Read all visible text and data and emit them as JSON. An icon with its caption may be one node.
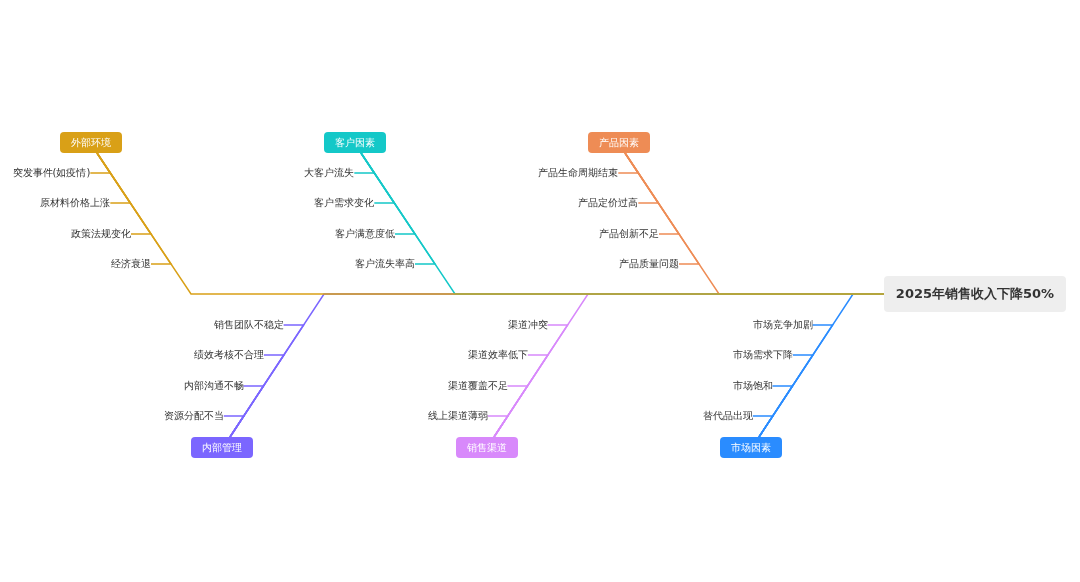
{
  "diagram": {
    "nodes": [
      {
        "text": [
          "2025年销售收入下降50%"
        ]
      },
      {
        "text": [
          "外部环境"
        ]
      },
      {
        "text": [
          "突发事件(如疫情)"
        ]
      },
      {
        "text": [
          "原材料价格上涨"
        ]
      },
      {
        "text": [
          "政策法规变化"
        ]
      },
      {
        "text": [
          "经济衰退"
        ]
      },
      {
        "text": [
          "客户因素"
        ]
      },
      {
        "text": [
          "大客户流失"
        ]
      },
      {
        "text": [
          "客户需求变化"
        ]
      },
      {
        "text": [
          "客户满意度低"
        ]
      },
      {
        "text": [
          "客户流失率高"
        ]
      },
      {
        "text": [
          "产品因素"
        ]
      },
      {
        "text": [
          "产品生命周期结束"
        ]
      },
      {
        "text": [
          "产品定价过高"
        ]
      },
      {
        "text": [
          "产品创新不足"
        ]
      },
      {
        "text": [
          "产品质量问题"
        ]
      },
      {
        "text": [
          "内部管理"
        ]
      },
      {
        "text": [
          "销售团队不稳定"
        ]
      },
      {
        "text": [
          "绩效考核不合理"
        ]
      },
      {
        "text": [
          "内部沟通不畅"
        ]
      },
      {
        "text": [
          "资源分配不当"
        ]
      },
      {
        "text": [
          "销售渠道"
        ]
      },
      {
        "text": [
          "渠道冲突"
        ]
      },
      {
        "text": [
          "渠道效率低下"
        ]
      },
      {
        "text": [
          "渠道覆盖不足"
        ]
      },
      {
        "text": [
          "线上渠道薄弱"
        ]
      },
      {
        "text": [
          "市场因素"
        ]
      },
      {
        "text": [
          "市场竞争加剧"
        ]
      },
      {
        "text": [
          "市场需求下降"
        ]
      },
      {
        "text": [
          "市场饱和"
        ]
      },
      {
        "text": [
          "替代品出现"
        ]
      }
    ],
    "edges": [
      {
        "from": 1,
        "to": 0,
        "arrow": "none",
        "color": "#d9a017"
      },
      {
        "from": 2,
        "to": 1,
        "arrow": "none",
        "color": "#d9a017"
      },
      {
        "from": 3,
        "to": 1,
        "arrow": "none",
        "color": "#d9a017"
      },
      {
        "from": 4,
        "to": 1,
        "arrow": "none",
        "color": "#d9a017"
      },
      {
        "from": 5,
        "to": 1,
        "arrow": "none",
        "color": "#d9a017"
      },
      {
        "from": 6,
        "to": 0,
        "arrow": "none",
        "color": "#14c8c8"
      },
      {
        "from": 7,
        "to": 6,
        "arrow": "none",
        "color": "#14c8c8"
      },
      {
        "from": 8,
        "to": 6,
        "arrow": "none",
        "color": "#14c8c8"
      },
      {
        "from": 9,
        "to": 6,
        "arrow": "none",
        "color": "#14c8c8"
      },
      {
        "from": 10,
        "to": 6,
        "arrow": "none",
        "color": "#14c8c8"
      },
      {
        "from": 11,
        "to": 0,
        "arrow": "none",
        "color": "#ee8c55"
      },
      {
        "from": 12,
        "to": 11,
        "arrow": "none",
        "color": "#ee8c55"
      },
      {
        "from": 13,
        "to": 11,
        "arrow": "none",
        "color": "#ee8c55"
      },
      {
        "from": 14,
        "to": 11,
        "arrow": "none",
        "color": "#ee8c55"
      },
      {
        "from": 15,
        "to": 11,
        "arrow": "none",
        "color": "#ee8c55"
      },
      {
        "from": 16,
        "to": 0,
        "arrow": "none",
        "color": "#7b66ff"
      },
      {
        "from": 17,
        "to": 16,
        "arrow": "none",
        "color": "#7b66ff"
      },
      {
        "from": 18,
        "to": 16,
        "arrow": "none",
        "color": "#7b66ff"
      },
      {
        "from": 19,
        "to": 16,
        "arrow": "none",
        "color": "#7b66ff"
      },
      {
        "from": 20,
        "to": 16,
        "arrow": "none",
        "color": "#7b66ff"
      },
      {
        "from": 21,
        "to": 0,
        "arrow": "none",
        "color": "#d889fb"
      },
      {
        "from": 22,
        "to": 21,
        "arrow": "none",
        "color": "#d889fb"
      },
      {
        "from": 23,
        "to": 21,
        "arrow": "none",
        "color": "#d889fb"
      },
      {
        "from": 24,
        "to": 21,
        "arrow": "none",
        "color": "#d889fb"
      },
      {
        "from": 25,
        "to": 21,
        "arrow": "none",
        "color": "#d889fb"
      },
      {
        "from": 26,
        "to": 0,
        "arrow": "none",
        "color": "#2a8cff"
      },
      {
        "from": 27,
        "to": 26,
        "arrow": "none",
        "color": "#2a8cff"
      },
      {
        "from": 28,
        "to": 26,
        "arrow": "none",
        "color": "#2a8cff"
      },
      {
        "from": 29,
        "to": 26,
        "arrow": "none",
        "color": "#2a8cff"
      },
      {
        "from": 30,
        "to": 26,
        "arrow": "none",
        "color": "#2a8cff"
      }
    ]
  }
}
